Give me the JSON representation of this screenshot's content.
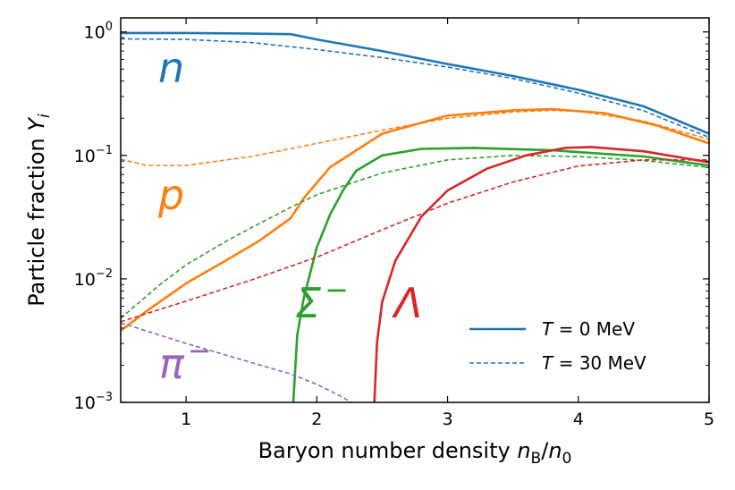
{
  "chart_data": {
    "type": "line",
    "xlabel": "Baryon number density n_B/n_0",
    "xlabel_parts": {
      "main": "Baryon number density ",
      "v1": "n",
      "s1": "B",
      "slash": "/",
      "v2": "n",
      "s2": "0"
    },
    "ylabel": "Particle fraction Y_i",
    "ylabel_parts": {
      "main": "Particle fraction ",
      "v": "Y",
      "s": "i"
    },
    "xlim": [
      0.5,
      5
    ],
    "ylim": [
      0.001,
      1.3
    ],
    "yscale": "log",
    "grid": false,
    "legend_position": "lower-right",
    "x_ticks": [
      {
        "value": 1,
        "label": "1"
      },
      {
        "value": 2,
        "label": "2"
      },
      {
        "value": 3,
        "label": "3"
      },
      {
        "value": 4,
        "label": "4"
      },
      {
        "value": 5,
        "label": "5"
      }
    ],
    "y_ticks": [
      {
        "value": 0.001,
        "base": "10",
        "exp": "−3"
      },
      {
        "value": 0.01,
        "base": "10",
        "exp": "−2"
      },
      {
        "value": 0.1,
        "base": "10",
        "exp": "−1"
      },
      {
        "value": 1,
        "base": "10",
        "exp": "0"
      }
    ],
    "legend": [
      {
        "var": "T",
        "rest": " = 0 MeV",
        "style": "solid"
      },
      {
        "var": "T",
        "rest": " = 30 MeV",
        "style": "dashed"
      }
    ],
    "species_labels": [
      {
        "id": "n",
        "text": "n",
        "color": "#1f77b4"
      },
      {
        "id": "p",
        "text": "p",
        "color": "#ff7f0e"
      },
      {
        "id": "sigma",
        "text": "Σ",
        "sup": "−",
        "color": "#2ca02c"
      },
      {
        "id": "lambda",
        "text": "Λ",
        "color": "#d62728"
      },
      {
        "id": "pion",
        "text": "π",
        "sup": "−",
        "color": "#9467bd"
      }
    ],
    "series": [
      {
        "color": "#1f77b4",
        "style": "solid",
        "x": [
          0.5,
          1.0,
          1.5,
          1.8,
          2.0,
          2.5,
          3.0,
          3.5,
          4.0,
          4.5,
          5.0
        ],
        "y": [
          0.98,
          0.98,
          0.97,
          0.96,
          0.87,
          0.7,
          0.55,
          0.44,
          0.34,
          0.25,
          0.15
        ]
      },
      {
        "color": "#1f77b4",
        "style": "dashed",
        "x": [
          0.5,
          1.0,
          1.5,
          2.0,
          2.5,
          3.0,
          3.5,
          4.0,
          4.5,
          5.0
        ],
        "y": [
          0.88,
          0.87,
          0.82,
          0.72,
          0.62,
          0.52,
          0.42,
          0.32,
          0.23,
          0.14
        ]
      },
      {
        "color": "#ff7f0e",
        "style": "solid",
        "x": [
          0.5,
          0.7,
          1.0,
          1.3,
          1.55,
          1.8,
          1.9,
          2.1,
          2.5,
          3.0,
          3.5,
          3.8,
          4.2,
          4.6,
          5.0
        ],
        "y": [
          0.0038,
          0.0055,
          0.0092,
          0.014,
          0.02,
          0.031,
          0.045,
          0.08,
          0.15,
          0.21,
          0.232,
          0.237,
          0.22,
          0.175,
          0.125
        ]
      },
      {
        "color": "#ff7f0e",
        "style": "dashed",
        "x": [
          0.5,
          0.7,
          1.0,
          1.5,
          2.0,
          2.5,
          3.0,
          3.5,
          3.8,
          4.0,
          4.5,
          5.0
        ],
        "y": [
          0.093,
          0.083,
          0.083,
          0.098,
          0.125,
          0.16,
          0.2,
          0.225,
          0.232,
          0.228,
          0.19,
          0.135
        ]
      },
      {
        "color": "#2ca02c",
        "style": "solid",
        "x": [
          1.82,
          1.85,
          1.9,
          2.0,
          2.1,
          2.2,
          2.3,
          2.5,
          2.8,
          3.2,
          3.8,
          4.5,
          5.0
        ],
        "y": [
          0.001,
          0.0035,
          0.007,
          0.018,
          0.033,
          0.052,
          0.075,
          0.1,
          0.113,
          0.115,
          0.11,
          0.098,
          0.083
        ]
      },
      {
        "color": "#2ca02c",
        "style": "dashed",
        "x": [
          0.5,
          0.8,
          1.0,
          1.3,
          1.5,
          1.8,
          2.0,
          2.5,
          3.0,
          3.5,
          4.0,
          4.5,
          5.0
        ],
        "y": [
          0.0048,
          0.009,
          0.013,
          0.02,
          0.026,
          0.038,
          0.048,
          0.072,
          0.092,
          0.1,
          0.098,
          0.091,
          0.08
        ]
      },
      {
        "color": "#d62728",
        "style": "solid",
        "x": [
          2.44,
          2.46,
          2.5,
          2.6,
          2.8,
          3.0,
          3.3,
          3.6,
          3.9,
          4.1,
          4.5,
          5.0
        ],
        "y": [
          0.001,
          0.003,
          0.0065,
          0.014,
          0.032,
          0.052,
          0.078,
          0.1,
          0.115,
          0.117,
          0.108,
          0.088
        ]
      },
      {
        "color": "#d62728",
        "style": "dashed",
        "x": [
          0.5,
          1.0,
          1.5,
          2.0,
          2.5,
          3.0,
          3.5,
          4.0,
          4.5,
          5.0
        ],
        "y": [
          0.0045,
          0.0066,
          0.0098,
          0.015,
          0.025,
          0.041,
          0.061,
          0.082,
          0.092,
          0.092
        ]
      },
      {
        "color": "#9467bd",
        "style": "dashed",
        "x": [
          0.5,
          1.0,
          1.5,
          1.8,
          2.0,
          2.2,
          2.33
        ],
        "y": [
          0.0044,
          0.003,
          0.0021,
          0.0017,
          0.0014,
          0.0011,
          0.0009
        ]
      }
    ]
  }
}
